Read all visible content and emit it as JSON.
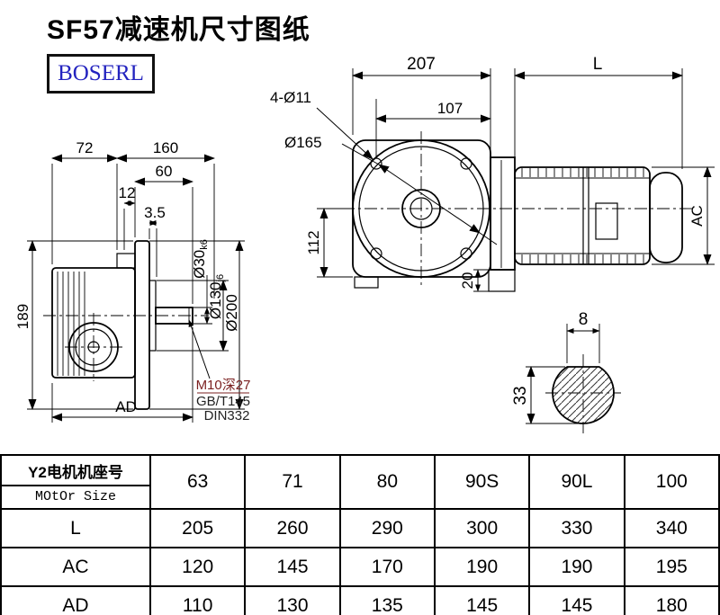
{
  "title": "SF57减速机尺寸图纸",
  "brand": "BOSERL",
  "colors": {
    "brand": "#2323bf",
    "thread_note": "#7a1f1f",
    "line": "#000000"
  },
  "left_view": {
    "dim_72": "72",
    "dim_160": "160",
    "dim_60": "60",
    "dim_12": "12",
    "dim_3_5": "3.5",
    "dim_189": "189",
    "dim_ad": "AD",
    "dia_shaft": "Ø30",
    "dia_shaft_tol": "k6",
    "dia_spigot": "Ø130",
    "dia_spigot_tol": "j6",
    "dia_flange": "Ø200",
    "note_thread": "M10深27",
    "note_std_1": "GB/T145",
    "note_std_2": "DIN332"
  },
  "right_view": {
    "dim_207": "207",
    "dim_l": "L",
    "dim_bolt_holes": "4-Ø11",
    "dim_107": "107",
    "dia_165": "Ø165",
    "dim_112": "112",
    "dim_20": "20",
    "dim_ac": "AC"
  },
  "shaft_section": {
    "dim_8": "8",
    "dim_33": "33"
  },
  "table": {
    "header_cn": "Y2电机机座号",
    "header_en": "MOtOr Size",
    "frame_sizes": [
      "63",
      "71",
      "80",
      "90S",
      "90L",
      "100"
    ],
    "rows": [
      {
        "label": "L",
        "values": [
          "205",
          "260",
          "290",
          "300",
          "330",
          "340"
        ]
      },
      {
        "label": "AC",
        "values": [
          "120",
          "145",
          "170",
          "190",
          "190",
          "195"
        ]
      },
      {
        "label": "AD",
        "values": [
          "110",
          "130",
          "135",
          "145",
          "145",
          "180"
        ]
      }
    ]
  }
}
